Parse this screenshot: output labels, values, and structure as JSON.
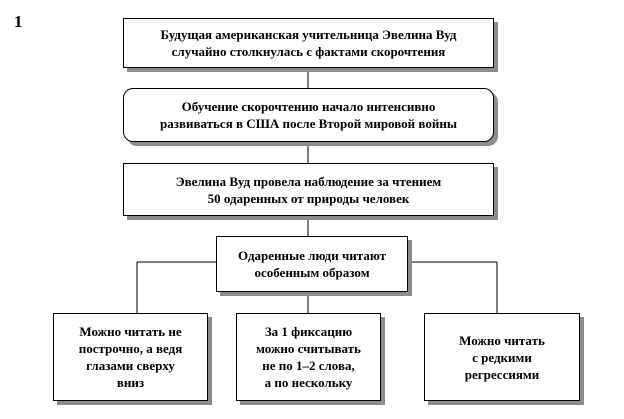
{
  "figure_number": "1",
  "boxes": {
    "wood_encounter": {
      "lines": [
        "Будущая  американская  учительница Эвелина Вуд",
        "случайно столкнулась  с фактами скорочтения"
      ]
    },
    "speed_reading_usa": {
      "lines": [
        "Обучение скорочтению начало интенсивно",
        "развиваться в США после Второй мировой войны"
      ]
    },
    "observation": {
      "lines": [
        "Эвелина Вуд провела наблюдение за чтением",
        "50 одаренных от природы человек"
      ]
    },
    "gifted_read": {
      "lines": [
        "Одаренные люди читают",
        "особенным образом"
      ]
    },
    "finding_vertical": {
      "lines": [
        "Можно читать не",
        "построчно, а ведя",
        "глазами сверху",
        "вниз"
      ]
    },
    "finding_fixation": {
      "lines": [
        "За 1 фиксацию",
        "можно считывать",
        "не по 1–2 слова,",
        "а по нескольку"
      ]
    },
    "finding_regressions": {
      "lines": [
        "Можно читать",
        "с редкими",
        "регрессиями"
      ]
    }
  }
}
